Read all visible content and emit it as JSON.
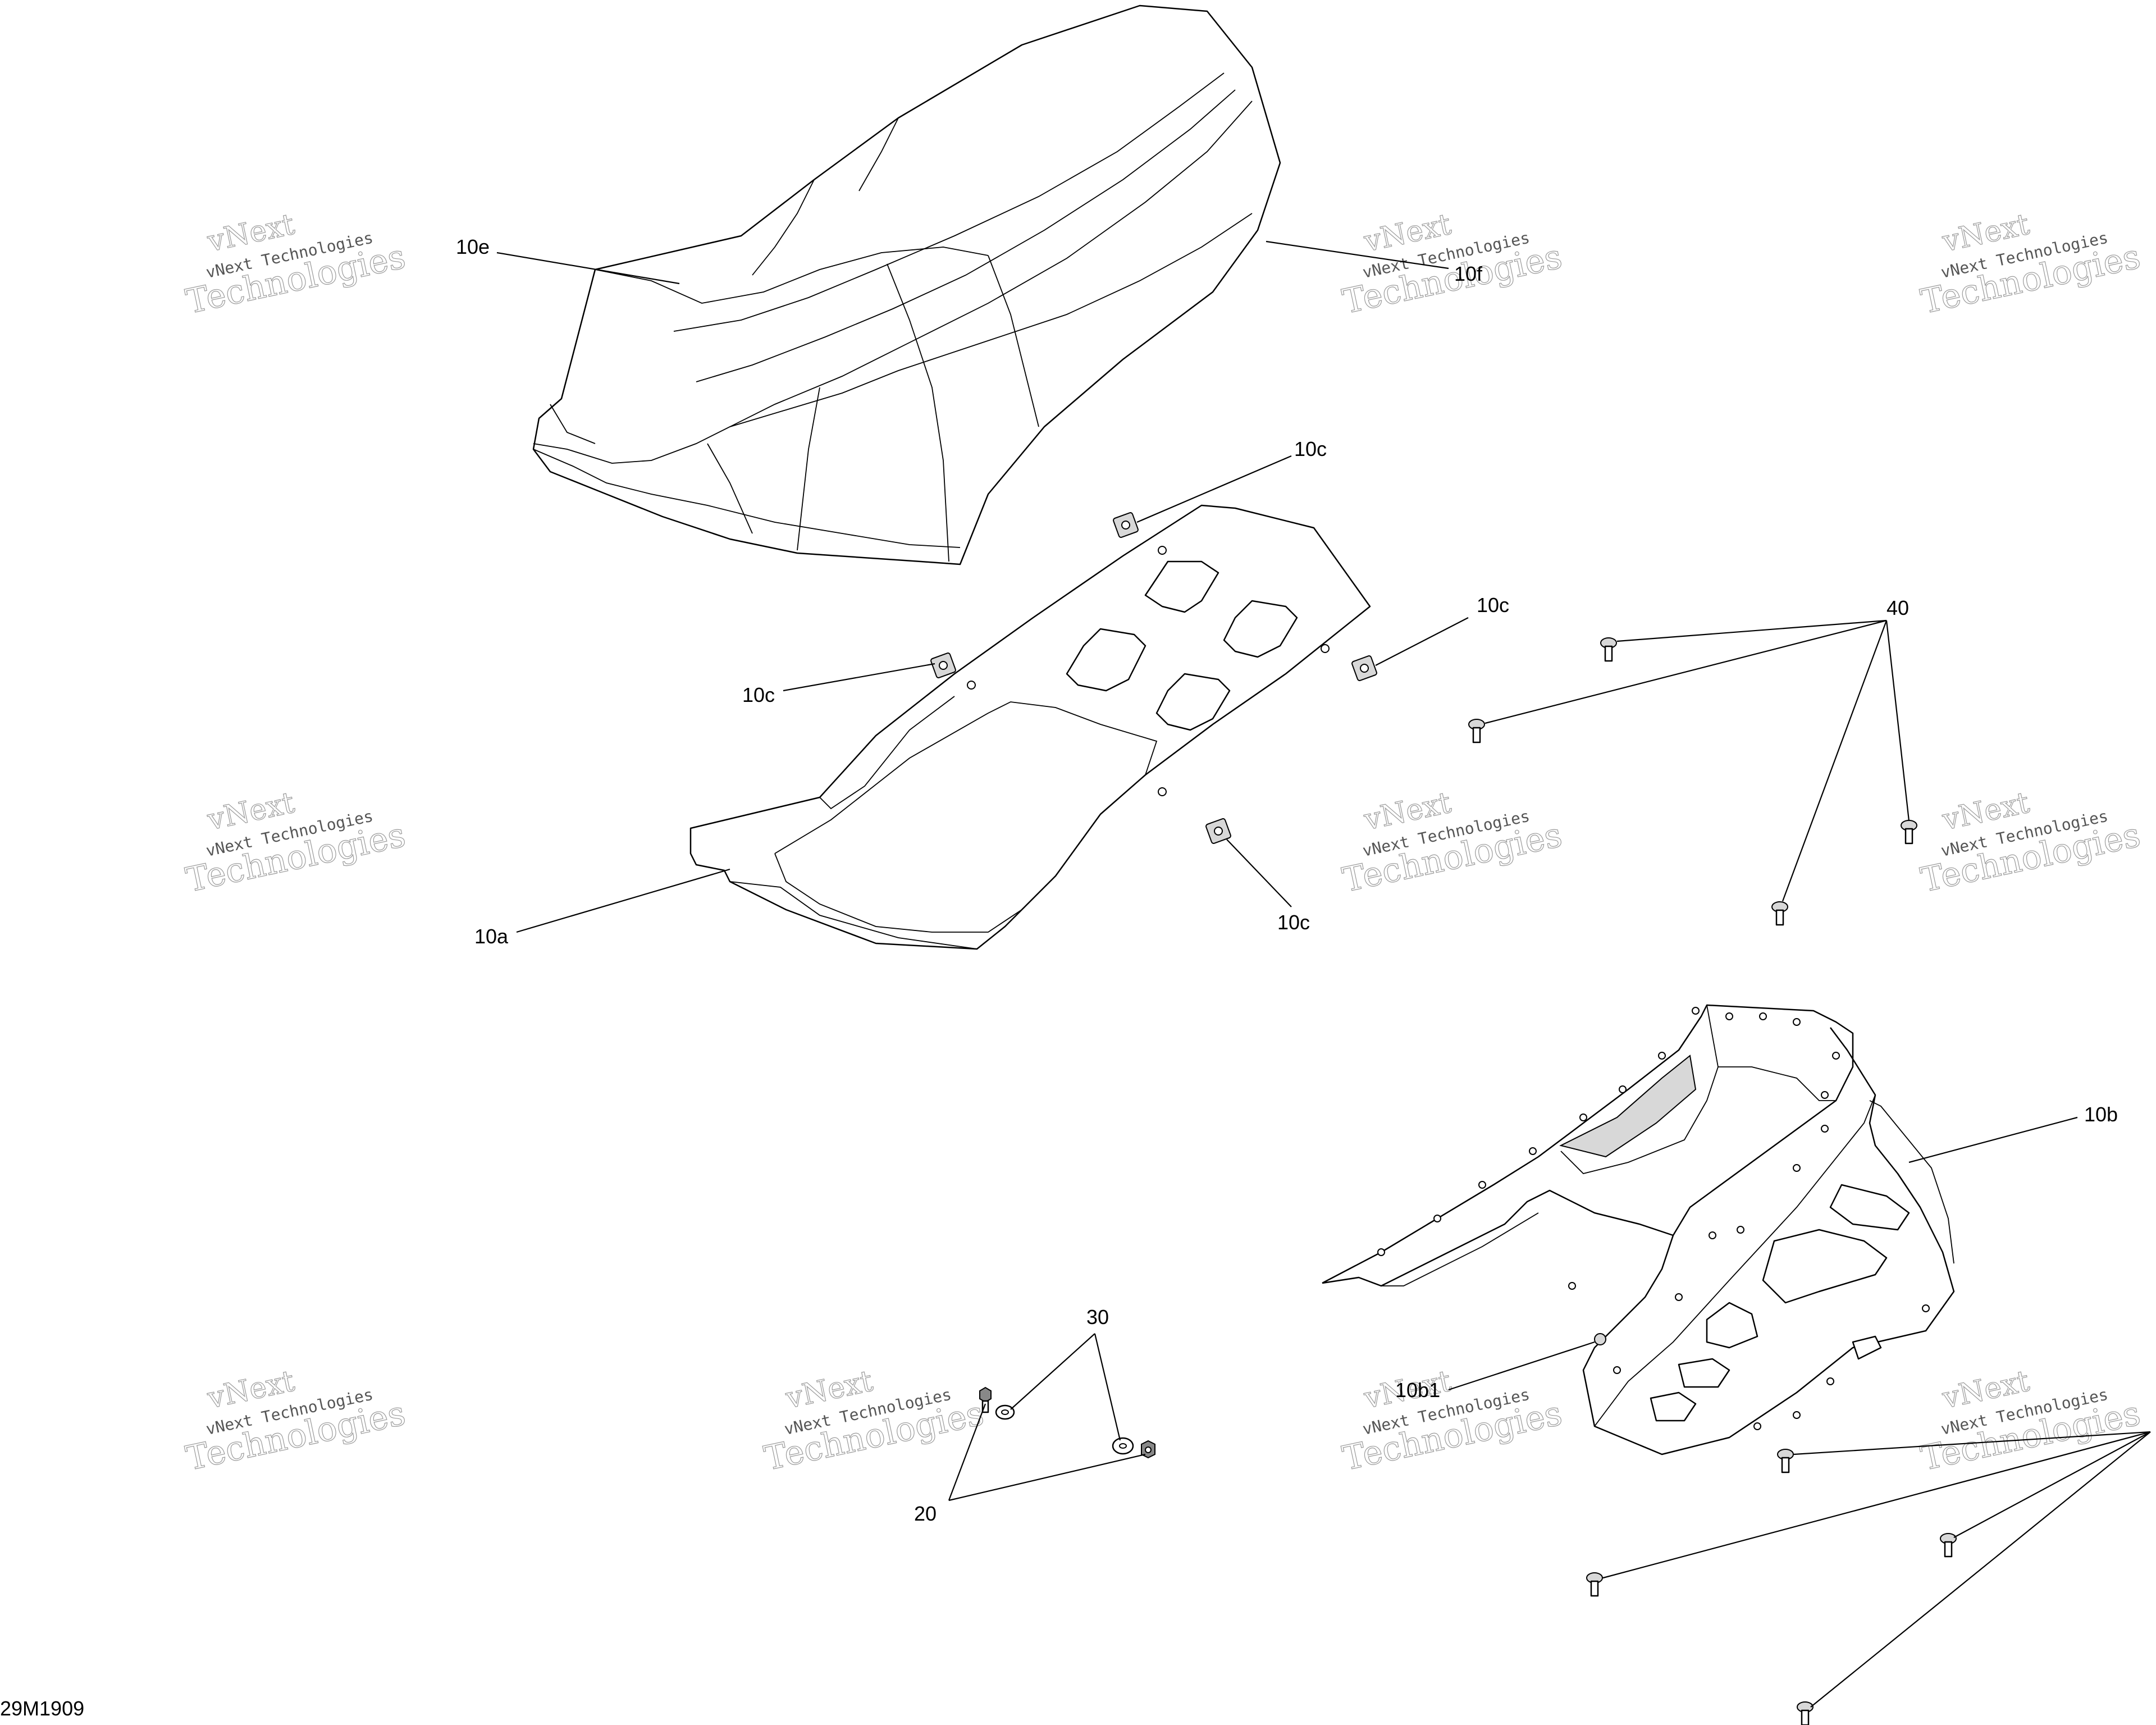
{
  "figure_id": "29M1909",
  "watermark": {
    "line1": "vNext",
    "line2": "vNext Technologies",
    "line3": "Technologies"
  },
  "callouts": {
    "seat_cover": "10e",
    "seat_cover_right": "10f",
    "clip_top": "10c",
    "clip_right": "10c",
    "clip_left": "10c",
    "clip_bottom": "10c",
    "seat_base": "10a",
    "screw_group_top": "40",
    "seat_frame": "10b",
    "frame_insert": "10b1",
    "washer": "30",
    "bolt": "20"
  }
}
